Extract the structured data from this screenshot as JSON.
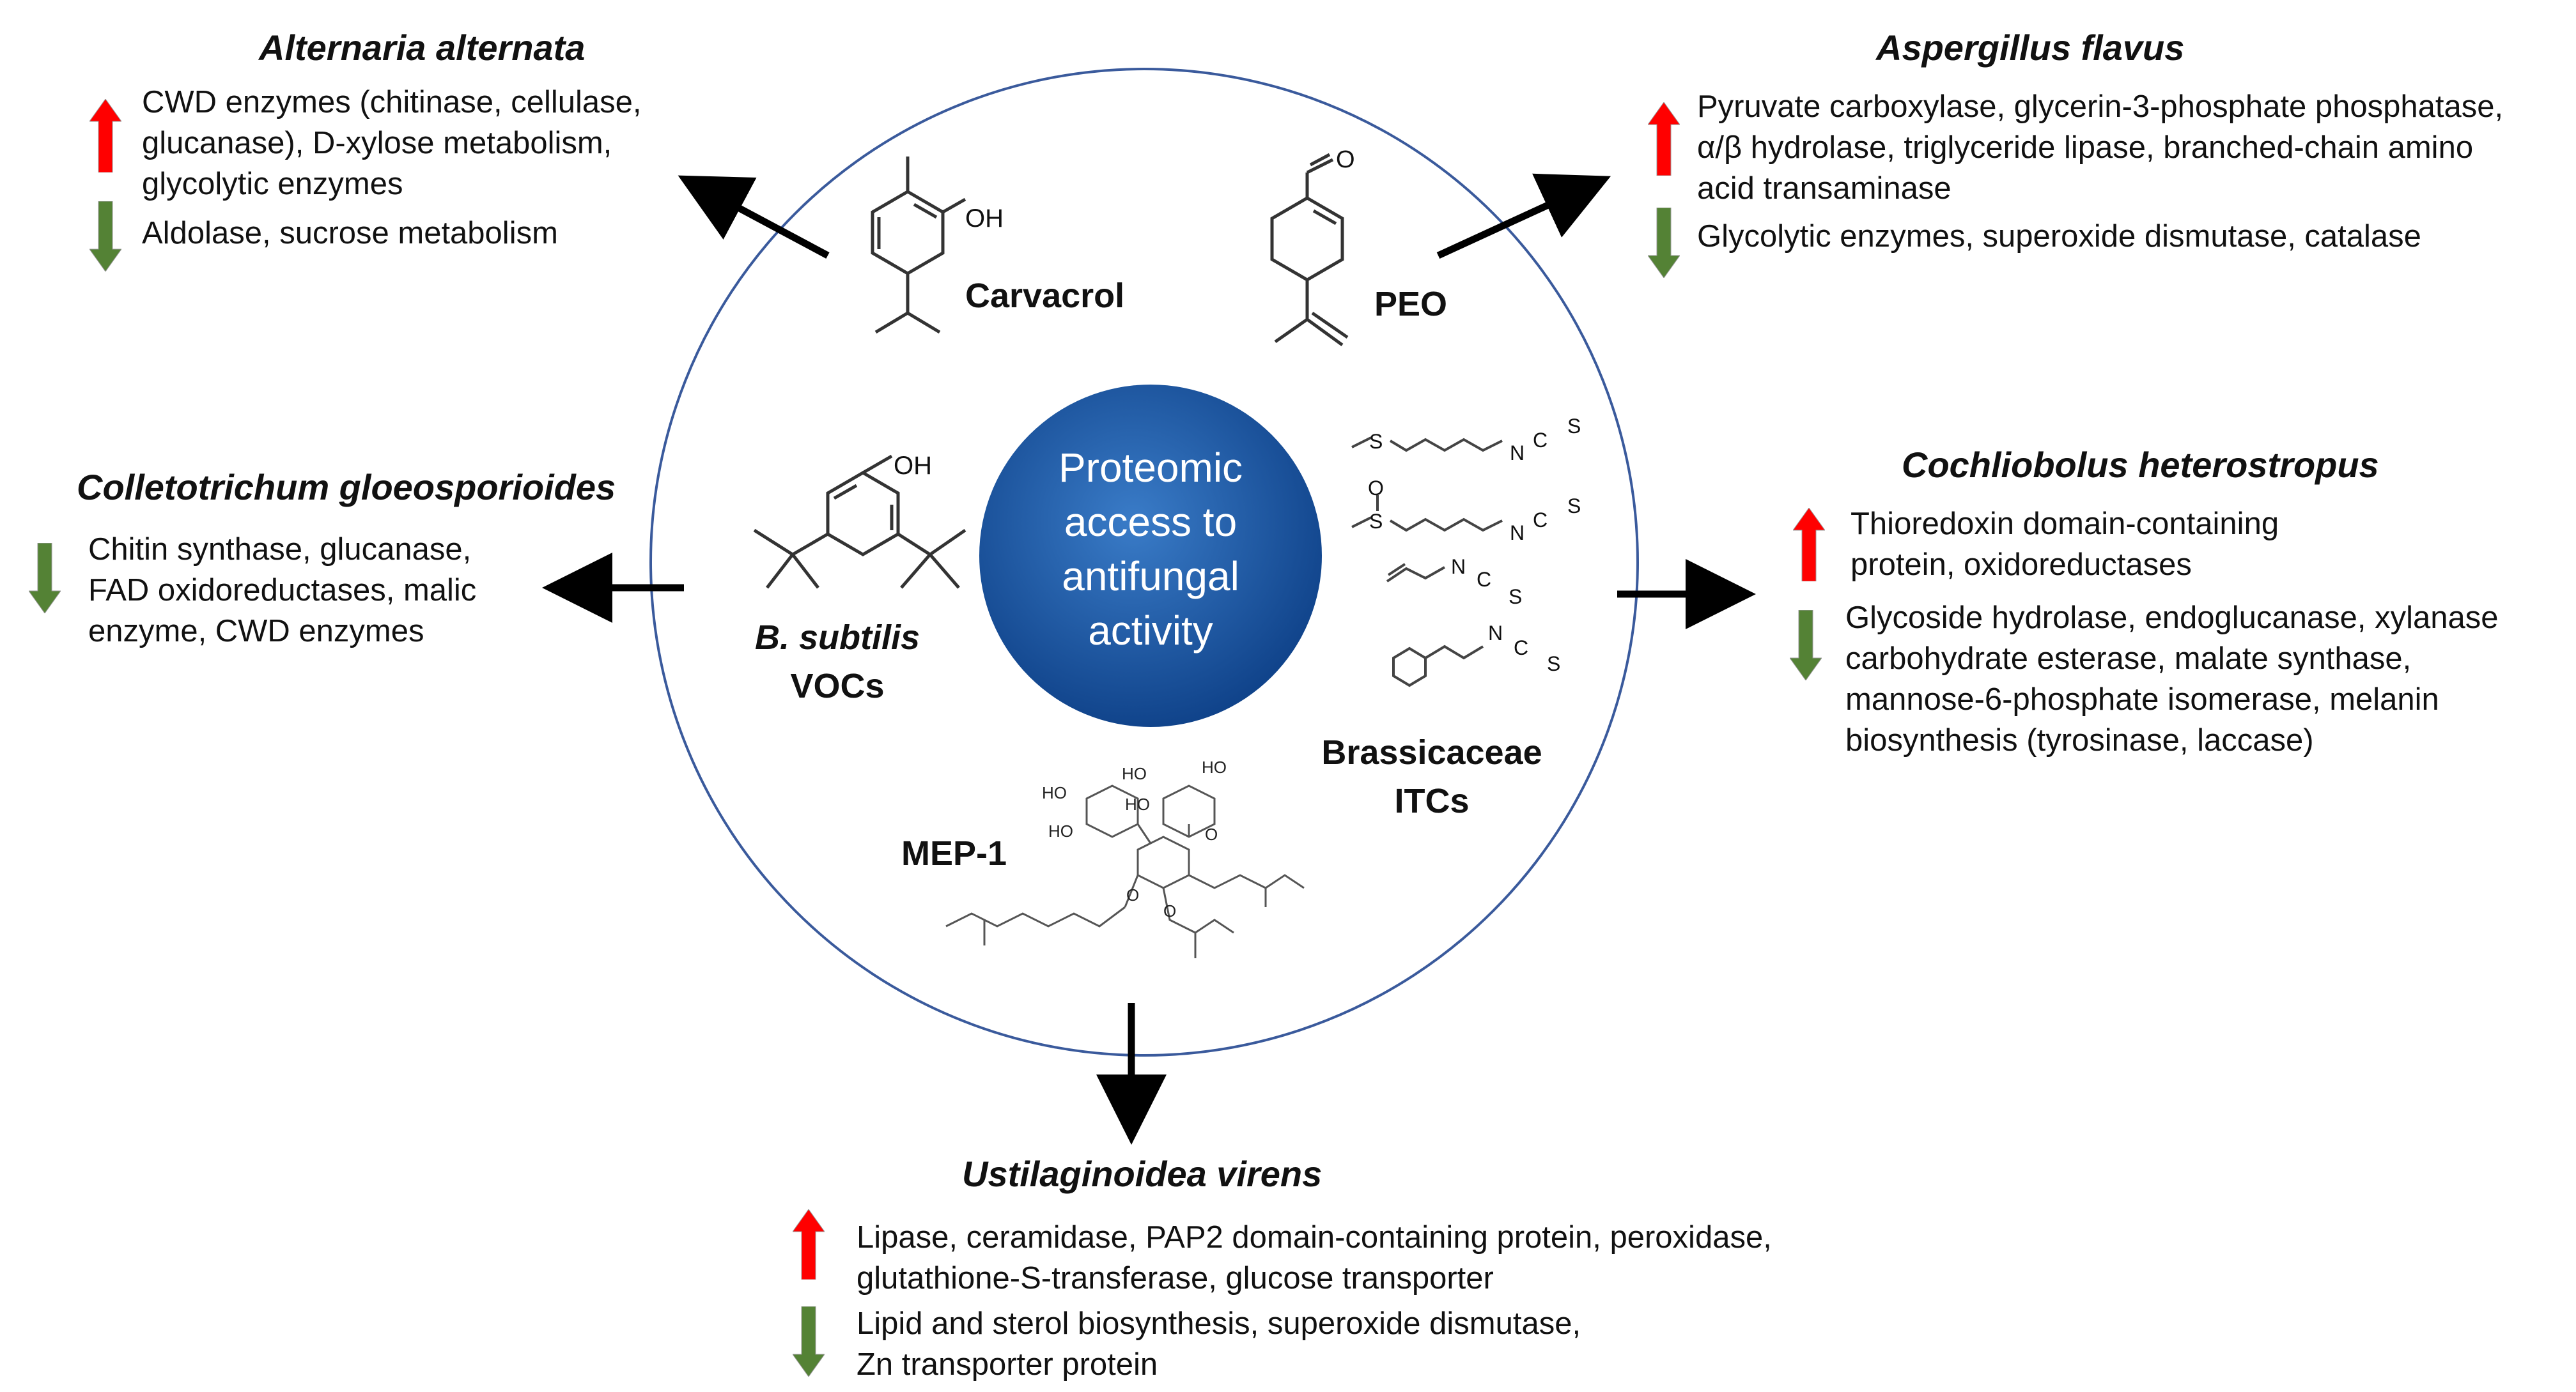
{
  "center_label": "Proteomic\naccess to\nantifungal\nactivity",
  "colors": {
    "up_arrow": "#ff0000",
    "down_arrow": "#548235",
    "center_circle": "#1f5fa5",
    "ring": "#3a5a9c"
  },
  "compounds": {
    "carvacrol": "Carvacrol",
    "peo": "PEO",
    "bsubtilis_italic": "B. subtilis",
    "bsubtilis_rest": "VOCs",
    "itc_line1": "Brassicaceae",
    "itc_line2": "ITCs",
    "mep1": "MEP-1",
    "chem_labels": {
      "oh": "OH",
      "s": "S",
      "n": "N",
      "c": "C",
      "o": "O",
      "ho": "HO"
    }
  },
  "organisms": {
    "alternaria": {
      "name": "Alternaria alternata",
      "up": "CWD enzymes (chitinase, cellulase,\nglucanase), D-xylose metabolism,\nglycolytic enzymes",
      "down": "Aldolase, sucrose metabolism"
    },
    "aspergillus": {
      "name": "Aspergillus flavus",
      "up": "Pyruvate carboxylase, glycerin-3-phosphate phosphatase,\n α/β hydrolase, triglyceride lipase, branched-chain amino\nacid transaminase",
      "down": "Glycolytic enzymes, superoxide dismutase, catalase"
    },
    "colletotrichum": {
      "name": "Colletotrichum gloeosporioides",
      "down": "Chitin synthase, glucanase,\nFAD oxidoreductases, malic\nenzyme, CWD enzymes"
    },
    "cochliobolus": {
      "name": "Cochliobolus heterostropus",
      "up": "Thioredoxin domain-containing\nprotein, oxidoreductases",
      "down": "Glycoside hydrolase, endoglucanase, xylanase\ncarbohydrate esterase, malate synthase,\nmannose-6-phosphate isomerase, melanin\nbiosynthesis (tyrosinase, laccase)"
    },
    "ustilaginoidea": {
      "name": "Ustilaginoidea virens",
      "up": "Lipase, ceramidase, PAP2 domain-containing protein, peroxidase,\nglutathione-S-transferase, glucose transporter",
      "down": "Lipid and sterol biosynthesis, superoxide dismutase,\nZn transporter protein"
    }
  }
}
